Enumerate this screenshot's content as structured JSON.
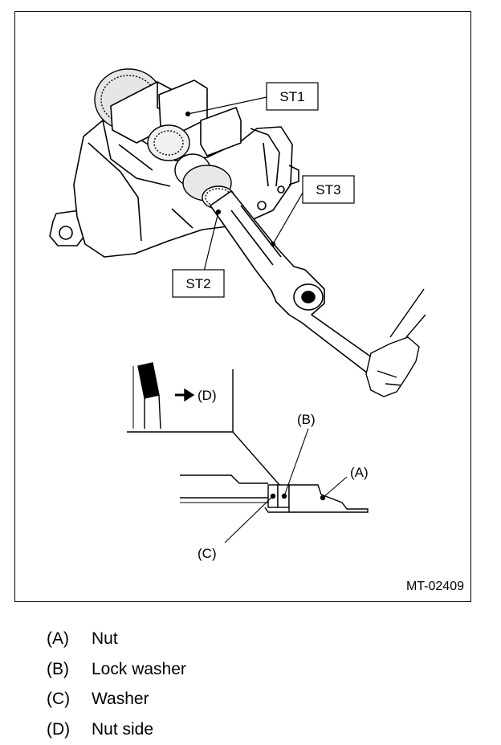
{
  "figure": {
    "labels": {
      "st1": "ST1",
      "st2": "ST2",
      "st3": "ST3",
      "a": "(A)",
      "b": "(B)",
      "c": "(C)",
      "d": "(D)"
    },
    "figure_code": "MT-02409"
  },
  "legend": [
    {
      "key": "(A)",
      "text": "Nut"
    },
    {
      "key": "(B)",
      "text": "Lock washer"
    },
    {
      "key": "(C)",
      "text": "Washer"
    },
    {
      "key": "(D)",
      "text": "Nut side"
    }
  ]
}
